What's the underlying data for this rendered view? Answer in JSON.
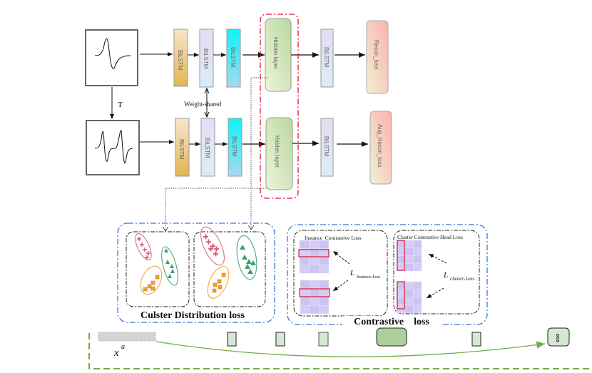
{
  "encoder": {
    "transform_label": "T",
    "weight_shared_label": "Weight-shared",
    "bilstm_label": "BiLSTM",
    "hidden_label": "Hidden layer",
    "recon_loss_label": "Recon_loss",
    "aug_recon_loss_label": "Aug_Recon_loss"
  },
  "cluster_distribution": {
    "title": "Culster Distribution loss"
  },
  "contrastive": {
    "title": "Contrastive    loss",
    "instance_title": "Instance  Contrastive Loss",
    "cluster_title": "Cluster Contrastive Head Loss",
    "instance_loss_symbol": "L",
    "instance_loss_sub": "Instance-Loss",
    "cluster_loss_symbol": "L",
    "cluster_loss_sub": "cluster-Loss"
  },
  "bottom": {
    "input_symbol": "x",
    "input_sup": "a",
    "truncated_box_text": "oss"
  },
  "colors": {
    "highlight_red": "#e0102a",
    "group_blue": "#3a78d8",
    "frame_green": "#70ad47"
  }
}
